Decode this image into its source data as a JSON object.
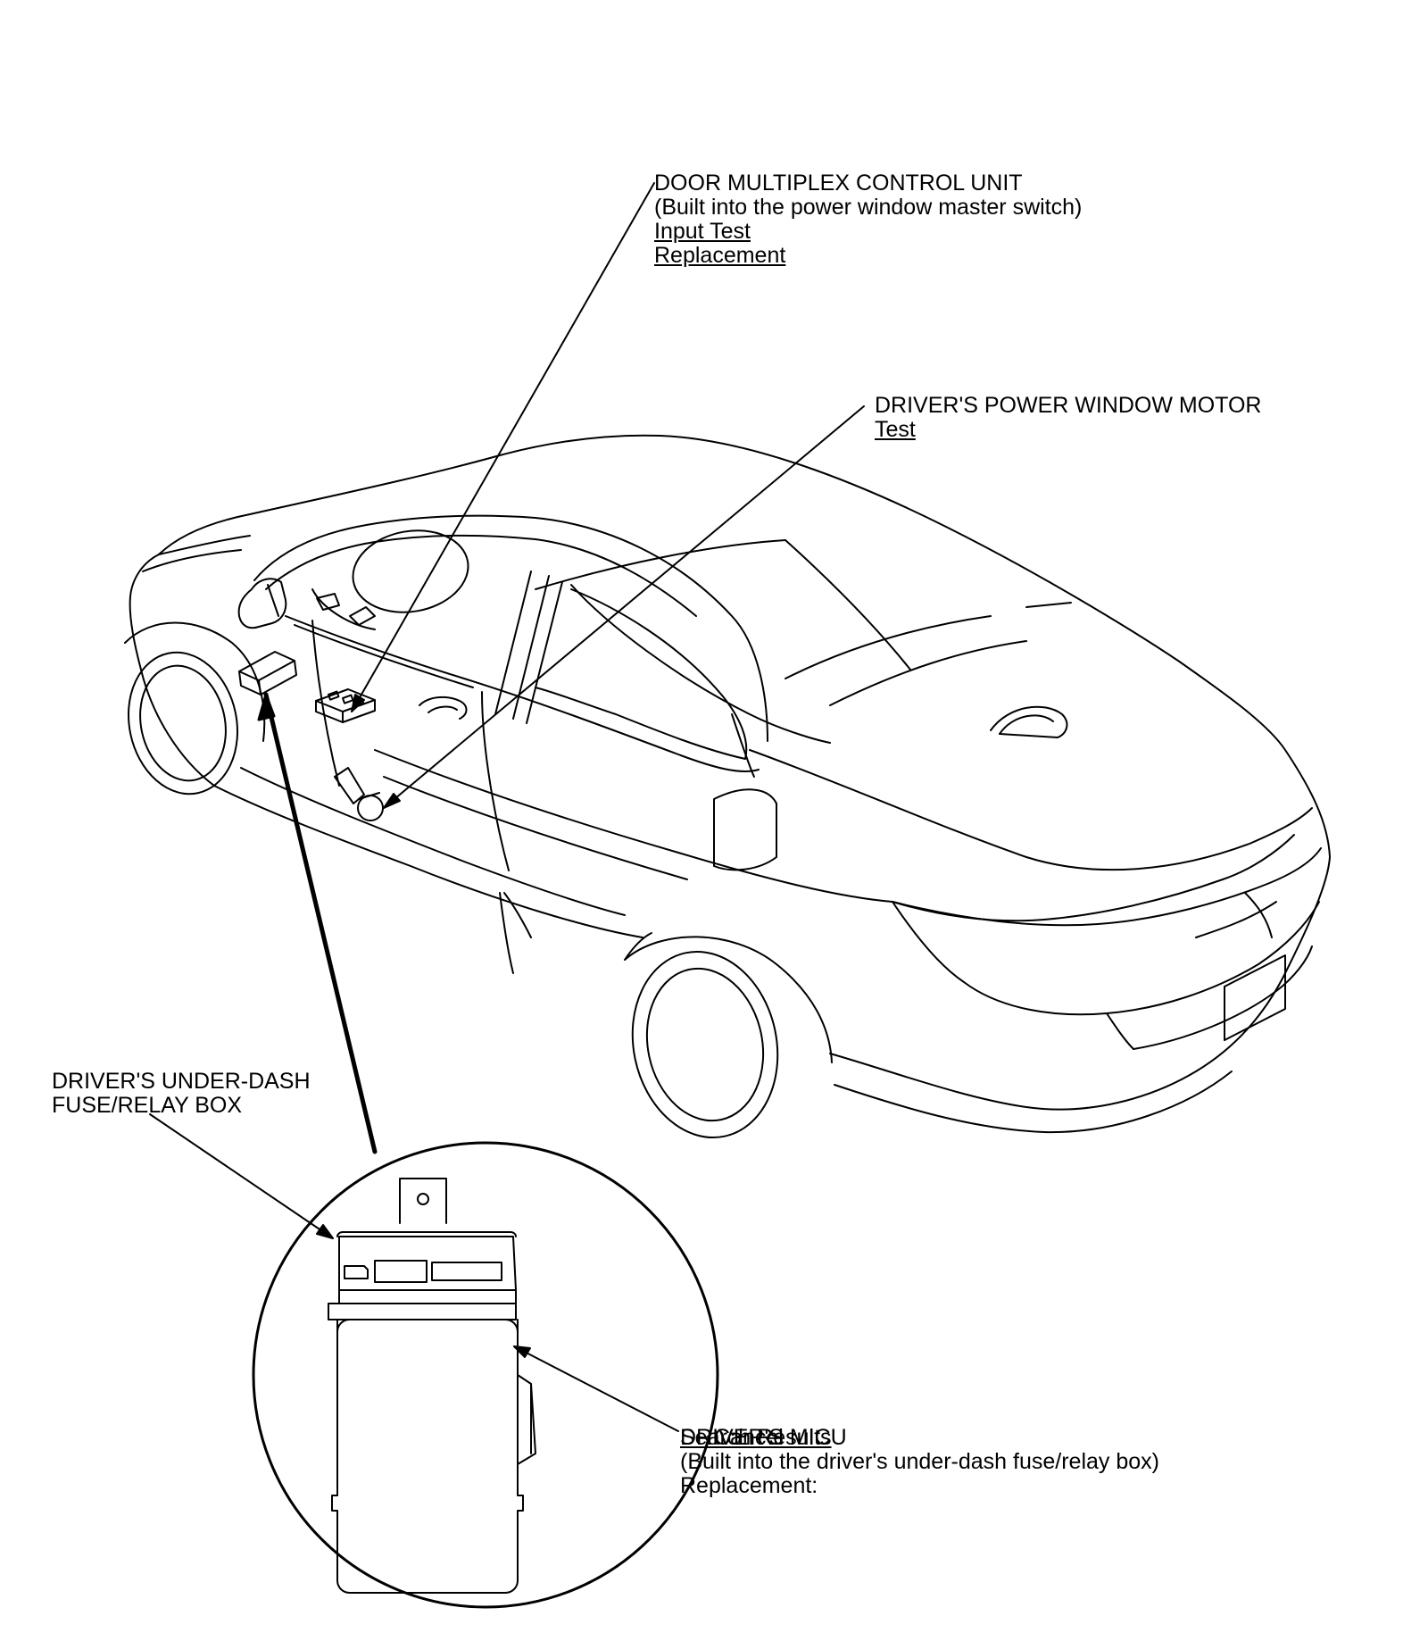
{
  "callouts": {
    "door_mcu": {
      "title": "DOOR MULTIPLEX CONTROL UNIT",
      "subtitle": "(Built into the power window master switch)",
      "link_input_test": "Input Test",
      "link_replacement": "Replacement"
    },
    "window_motor": {
      "title": "DRIVER'S POWER WINDOW MOTOR",
      "link_test": "Test"
    },
    "fuse_box": {
      "line1": "DRIVER'S UNDER-DASH",
      "line2": "FUSE/RELAY BOX"
    },
    "mici": {
      "title": "DRIVER'S MICU",
      "overlap_link_a": "Search Results",
      "overlap_link_b": "Cancel",
      "subtitle": "(Built into the driver's under-dash fuse/relay box)",
      "replacement": "Replacement:"
    }
  },
  "colors": {
    "line": "#000000",
    "background": "#ffffff"
  }
}
